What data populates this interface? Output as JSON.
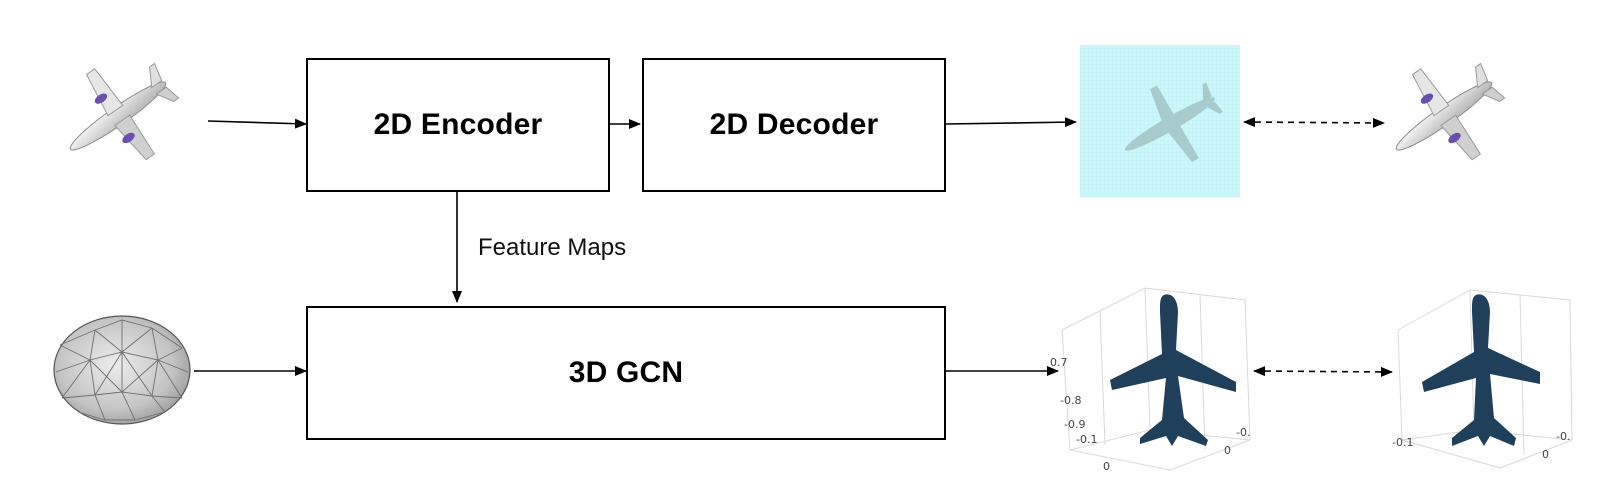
{
  "boxes": {
    "encoder": "2D Encoder",
    "decoder": "2D Decoder",
    "gcn": "3D GCN"
  },
  "labels": {
    "feature_maps": "Feature Maps"
  },
  "plot_ticks": {
    "left_plot": [
      "0.7",
      "-0.8",
      "-0.9",
      "-0.1",
      "0",
      "0",
      "-0."
    ],
    "right_plot": [
      "-0.1",
      "0",
      "-0."
    ]
  },
  "colors": {
    "line": "#000000",
    "silhouette_bg": "#c8f4f8",
    "point_cloud": "#1a3a52",
    "input_plane": "#d8d8d8",
    "ellipsoid": "#bdbdbd"
  },
  "icons": [
    "airplane-image-icon",
    "ellipsoid-mesh-icon",
    "silhouette-image-icon",
    "point-cloud-icon"
  ]
}
